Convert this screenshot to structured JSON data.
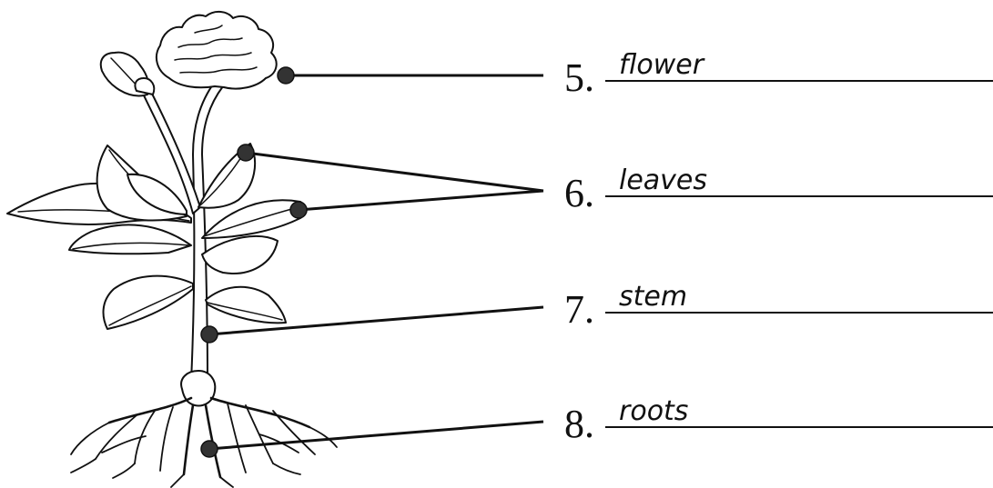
{
  "labels": [
    {
      "number": "5.",
      "answer": "flower"
    },
    {
      "number": "6.",
      "answer": "leaves"
    },
    {
      "number": "7.",
      "answer": "stem"
    },
    {
      "number": "8.",
      "answer": "roots"
    }
  ],
  "colors": {
    "ink": "#111111",
    "dot": "#333333",
    "background": "#ffffff"
  }
}
